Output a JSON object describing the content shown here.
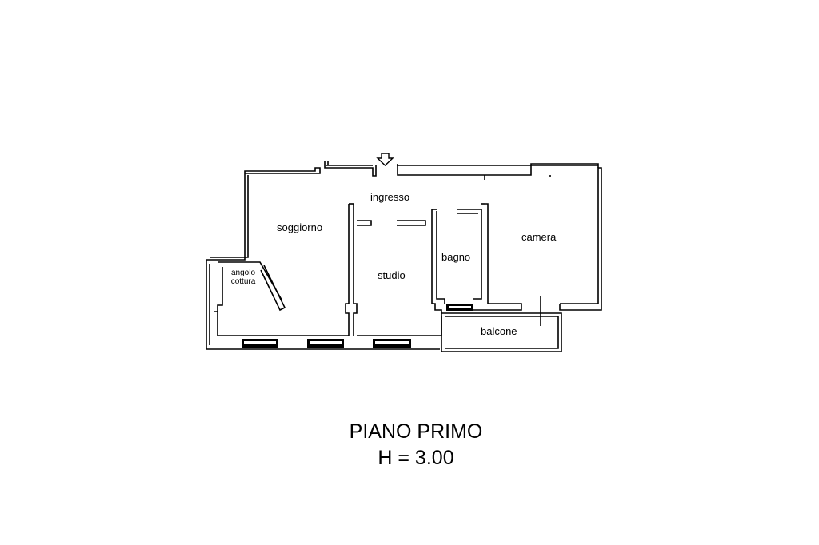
{
  "plan": {
    "rooms": {
      "ingresso": "ingresso",
      "soggiorno": "soggiorno",
      "angolo_cottura_line1": "angolo",
      "angolo_cottura_line2": "cottura",
      "studio": "studio",
      "bagno": "bagno",
      "camera": "camera",
      "balcone": "balcone"
    },
    "entrance_arrow": "down-arrow-icon",
    "caption": {
      "floor": "PIANO PRIMO",
      "height": "H = 3.00"
    }
  }
}
